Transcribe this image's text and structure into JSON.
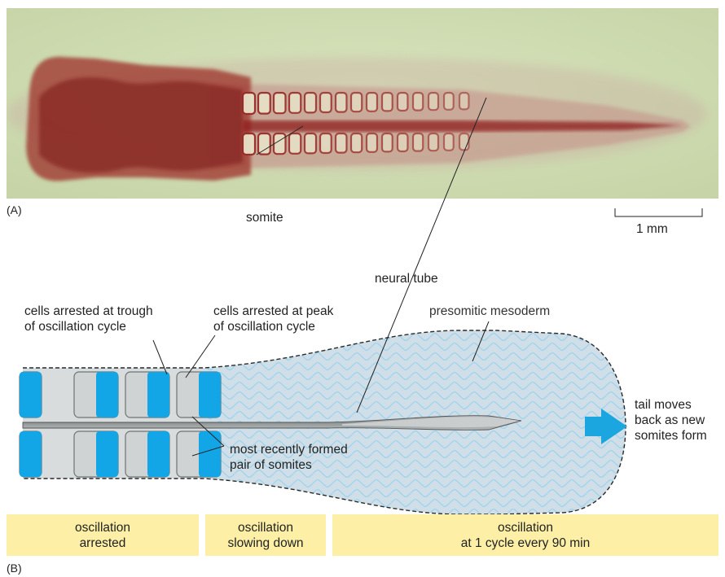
{
  "panel_a": {
    "letter": "(A)",
    "somite_label": "somite",
    "scale_label": "1 mm"
  },
  "panel_b": {
    "letter": "(B)",
    "neural_tube_label": "neural tube",
    "trough_label": [
      "cells arrested at trough",
      "of oscillation cycle"
    ],
    "peak_label": [
      "cells arrested at peak",
      "of oscillation cycle"
    ],
    "presomitic_label": "presomitic mesoderm",
    "recent_label": [
      "most recently formed",
      "pair of somites"
    ],
    "tail_label": [
      "tail moves",
      "back as new",
      "somites form"
    ],
    "bands": [
      {
        "lines": [
          "oscillation",
          "arrested"
        ]
      },
      {
        "lines": [
          "oscillation",
          "slowing down"
        ]
      },
      {
        "lines": [
          "oscillation",
          "at 1 cycle every 90 min"
        ]
      }
    ]
  },
  "colors": {
    "somite_blue": "#12a6e6",
    "somite_grey": "#cfd3d3",
    "psm_fill": "#cfdfe8",
    "wave": "#9fd3ef",
    "band_yellow": "#fdf0a6",
    "arrow": "#1ba6e0",
    "stain": "#8e1b1b",
    "photo_bg": "#cfdcb2"
  }
}
